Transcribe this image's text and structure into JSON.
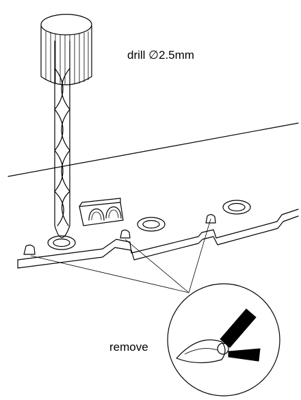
{
  "labels": {
    "drill_prefix": "drill ",
    "drill_symbol": "∅",
    "drill_size": "2.5mm",
    "remove": "remove"
  },
  "colors": {
    "ink": "#000000",
    "paper": "#ffffff"
  },
  "icons": {
    "tool": "drill-bit-icon",
    "cutter": "side-cutter-pliers-icon"
  }
}
